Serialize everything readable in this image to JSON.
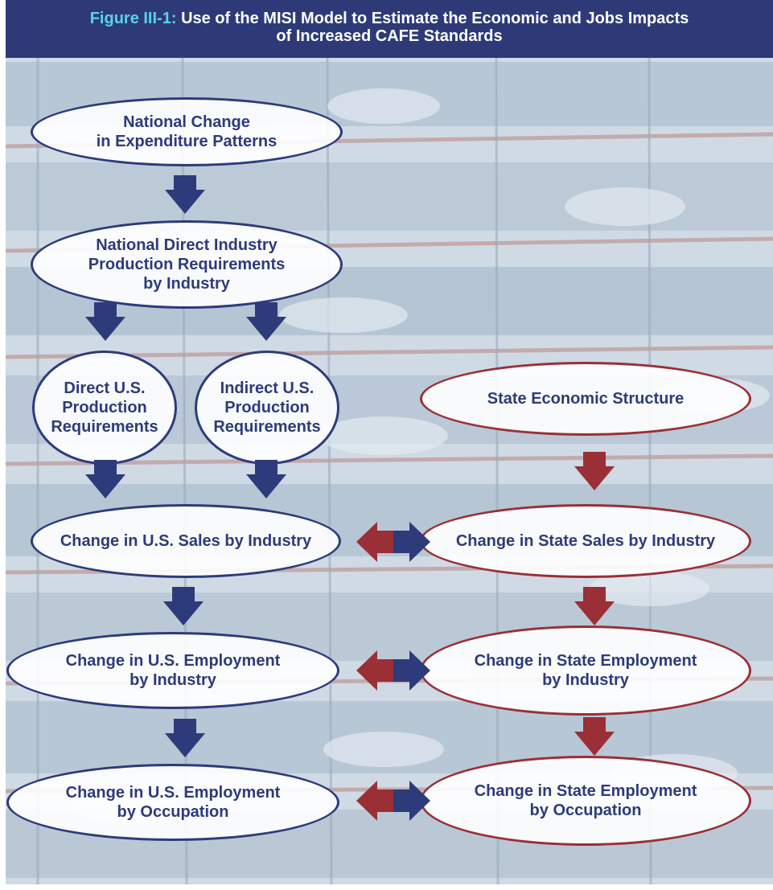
{
  "figure": {
    "label": "Figure III-1:",
    "title_line1": "Use of the MISI Model to Estimate the Economic and Jobs Impacts",
    "title_line2": "of Increased CAFE Standards"
  },
  "nodes": {
    "national_change": "National Change\nin Expenditure Patterns",
    "national_direct": "National Direct Industry\nProduction Requirements\nby Industry",
    "direct_us": "Direct U.S.\nProduction\nRequirements",
    "indirect_us": "Indirect U.S.\nProduction\nRequirements",
    "state_structure": "State Economic Structure",
    "us_sales": "Change in U.S. Sales by Industry",
    "state_sales": "Change in State Sales by Industry",
    "us_employment_industry": "Change in U.S. Employment\nby Industry",
    "state_employment_industry": "Change in State Employment\nby Industry",
    "us_employment_occupation": "Change in U.S. Employment\nby Occupation",
    "state_employment_occupation": "Change in State Employment\nby Occupation"
  },
  "colors": {
    "header_bg": "#2e3a78",
    "header_label": "#59d1ec",
    "national_flow": "#2d3b7a",
    "state_flow": "#9a2f36",
    "background_glass": "#c9d6e2",
    "frame": "#b9857e"
  }
}
